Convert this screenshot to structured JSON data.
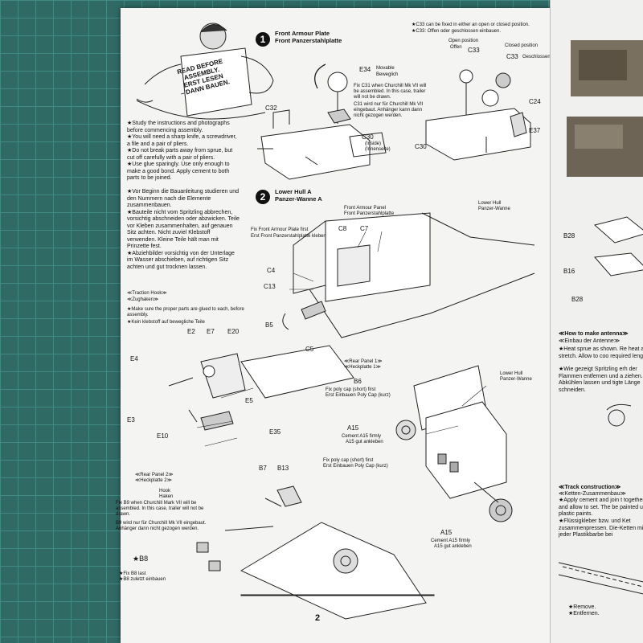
{
  "intro": {
    "banner": [
      "READ BEFORE",
      "ASSEMBLY.",
      "ERST LESEN",
      "– DANN BAUEN."
    ],
    "en": "★Study the instructions and photographs before commencing assembly.\n★You will need a sharp knife, a screwdriver, a file and a pair of pliers.\n★Do not break parts away from sprue, but cut off carefully with a pair of pliers.\n★Use glue sparingly. Use only enough to make a good bond. Apply cement to both parts to be joined.",
    "de": "★Vor Beginn die Bauanleitung studieren und den Nummern nach die Elemente zusammenbauen.\n★Bauteile nicht vom Spritzling abbrechen, vorsichtig abschneiden oder abzwicken. Teile vor Kleben zusammenhalten, auf genauen Sitz achten. Nicht zuviel Klebstoff verwenden. Kleine Teile hält man mit Prinzette fest.\n★Abziehbilder vorsichtig von der Unterlage im Wasser abschieben, auf richtigen Sitz achten und gut trocknen lassen."
  },
  "traction": {
    "title": "≪Traction Hook≫",
    "title_de": "≪Zughaken≫",
    "note": "★Make sure the proper parts are glued to each, before assembly.",
    "note_de": "★Kein klebstoff auf bewegliche Teile",
    "parts": [
      "E2",
      "E7",
      "E20",
      "E4",
      "E5",
      "E3",
      "E10",
      "E35"
    ]
  },
  "step1": {
    "num": "1",
    "title": "Front Armour Plate",
    "title_de": "Front Panzerstahlplatte",
    "e34": "E34",
    "movable": "Movable",
    "movable_de": "Beweglich",
    "fix_note": "Fix C31 when Churchill Mk VII will be assembled. In this case, trailer will not be drawn.",
    "fix_note_de": "C31 wird nur für Churchill Mk VII eingebaut. Anhänger kann dann nicht gezogen werden.",
    "c32": "C32",
    "c30_left": "C30",
    "inside": "(Inside)",
    "inside_de": "(Innenseite)",
    "c33_note": "★C33 can be fixed in either an open or closed position.",
    "c33_note_de": "★C33: Offen oder geschlossen einbauen.",
    "open": "Open position",
    "open_de": "Offen",
    "closed": "Closed position",
    "closed_de": "Geschlossen",
    "c33a": "C33",
    "c33b": "C33",
    "c24": "C24",
    "e37": "E37",
    "c30_right": "C30"
  },
  "step2": {
    "num": "2",
    "title": "Lower Hull A",
    "title_de": "Panzer-Wanne A",
    "front_panel": "Front Armour Panel",
    "front_panel_de": "Front Panzerstahlplatte",
    "lower_hull": "Lower Hull",
    "lower_hull_de": "Panzer-Wanne",
    "fix_first": "Fix Front Armour Plate first",
    "fix_first_de": "Erst Front Panzerstahlplatte kleben",
    "c8": "C8",
    "c7": "C7",
    "c4": "C4",
    "c13": "C13",
    "b5": "B5",
    "c5": "C5",
    "rear1": "≪Rear Panel 1≫",
    "rear1_de": "≪Heckplatte 1≫",
    "b6": "B6",
    "poly1": "Fix poly cap (short) first",
    "poly1_de": "Erst Einbauen Poly Cap (kurz)",
    "a15a": "A15",
    "cement1": "Cement A15 firmly",
    "cement1_de": "A15 gut ankleben",
    "poly2": "Fix poly cap (short) first",
    "poly2_de": "Erst Einbauen Poly Cap (kurz)",
    "lower_hull2": "Lower Hull",
    "lower_hull2_de": "Panzer-Wanne",
    "a15b": "A15",
    "cement2": "Cement A15 firmly",
    "cement2_de": "A15 gut ankleben"
  },
  "rear2": {
    "title": "≪Rear Panel 2≫",
    "title_de": "≪Heckplatte 2≫",
    "hook": "Hook",
    "hook_de": "Haken",
    "b7": "B7",
    "b13": "B13",
    "note": "Fix B9 when Churchill Mark VII will be assembled. In this case, trailer will not be drawn.",
    "note_de": "B9 wird nur für Churchill Mk VII eingebaut. Anhänger dann nicht gezogen werden.",
    "b8": "★B8",
    "fix_last": "★Fix B8 last",
    "fix_last_de": "★B8 zuletzt einbauen"
  },
  "page_number": "2",
  "right_page": {
    "b28a": "B28",
    "b16": "B16",
    "b28b": "B28",
    "antenna": "≪How to make antenna≫",
    "antenna_de": "≪Einbau der Antenne≫",
    "antenna_text": "★Heat sprue as shown. Re heat and stretch. Allow to coo required length.",
    "antenna_text_de": "★Wie gezeigt Spritzling erh der Flammen entfernen und a ziehen. Abkühlen lassen und tigte Länge schneiden.",
    "track": "≪Track construction≫",
    "track_de": "≪Ketten-Zusammenbau≫",
    "track_text": "★Apply cement and join t together and allow to set. The be painted using plastic paints.",
    "track_text_de": "★Flüssigkleber bzw. und Ket zusammenpressen. Die-Ketten mit jeder Plastikbarbe bei",
    "remove": "★Remove.",
    "remove_de": "★Entfernen."
  }
}
